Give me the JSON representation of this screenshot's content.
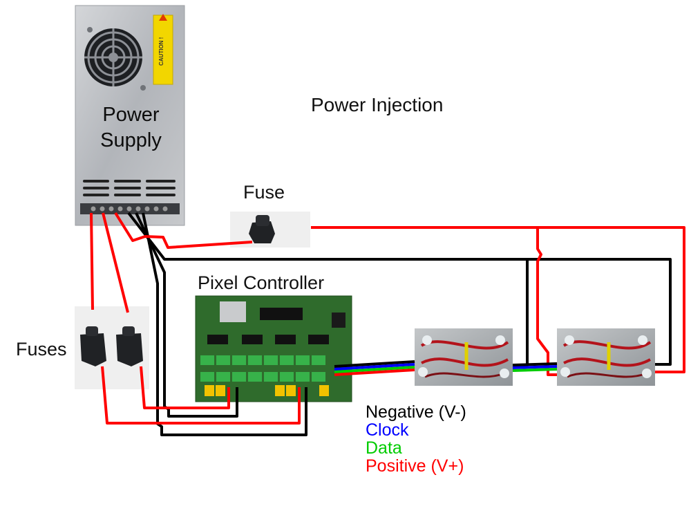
{
  "title": "Power Injection",
  "labels": {
    "power_supply_line1": "Power",
    "power_supply_line2": "Supply",
    "fuse": "Fuse",
    "pixel_controller": "Pixel Controller",
    "fuses": "Fuses",
    "caution_sticker": "CAUTION !"
  },
  "legend": [
    {
      "label": "Negative (V-)",
      "color": "#000000"
    },
    {
      "label": "Clock",
      "color": "#0000ff"
    },
    {
      "label": "Data",
      "color": "#00cc00"
    },
    {
      "label": "Positive (V+)",
      "color": "#ff0000"
    }
  ],
  "wire_colors": {
    "positive": "#ff0000",
    "negative": "#000000",
    "clock": "#0000ff",
    "data": "#00cc00"
  },
  "component_colors": {
    "power_supply_case": "#b9bcc1",
    "controller_board": "#2f6b2c",
    "terminal_green": "#37b24a",
    "pixel_string": "#9a9fa3",
    "sticker": "#f2d600"
  }
}
